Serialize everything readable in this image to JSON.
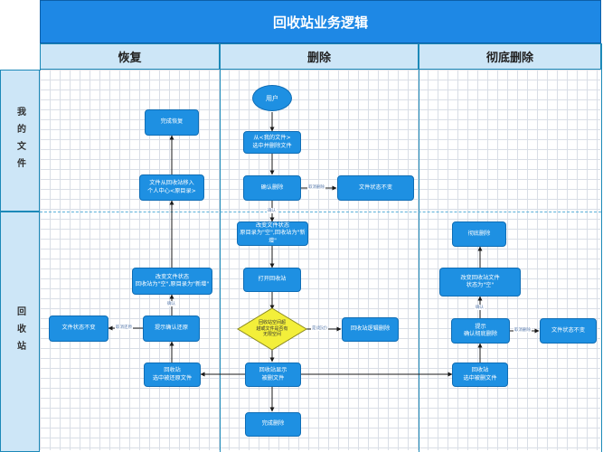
{
  "title": "回收站业务逻辑",
  "columns": {
    "restore": "恢复",
    "delete": "删除",
    "perm_delete": "彻底删除"
  },
  "rows": {
    "my_files": "我的文件",
    "recycle_bin": "回收站"
  },
  "nodes": {
    "user": "用户",
    "select_file": "从<我的文件>\n选中并删除文件",
    "confirm_delete": "确认删除",
    "file_unchanged_a": "文件状态不变",
    "change_status_deleted": "改变文件状态\n原目录为\"空\",回收站为\"新增\"",
    "open_bin": "打开回收站",
    "decision": "回收站空间超\n越或文件是否有\n无限空间",
    "bin_logic_delete": "回收站逻辑删除",
    "bin_show": "回收站显示\n被删文件",
    "done_delete": "完成删除",
    "done_restore": "完成恢复",
    "file_moved": "文件从回收站移入\n个人中心<原目录>",
    "change_status_restore": "改变文件状态\n回收站为\"空\",原目录为\"新增\"",
    "prompt_restore": "提示确认还原",
    "file_unchanged_b": "文件状态不变",
    "bin_select_restore": "回收站\n选中被还原文件",
    "perm_done": "彻底删除",
    "change_status_empty": "改变回收站文件\n状态为\"空\"",
    "prompt_perm": "提示\n确认彻底删除",
    "file_unchanged_c": "文件状态不变",
    "bin_select_perm": "回收站\n选中被删文件"
  },
  "edges": {
    "cancel_a": "取消删除",
    "confirm_a": "确认",
    "cancel_b": "取消还原",
    "confirm_b": "确认",
    "cond_yes": "是(超过)",
    "cancel_c": "取消删除",
    "confirm_c": "确认"
  }
}
